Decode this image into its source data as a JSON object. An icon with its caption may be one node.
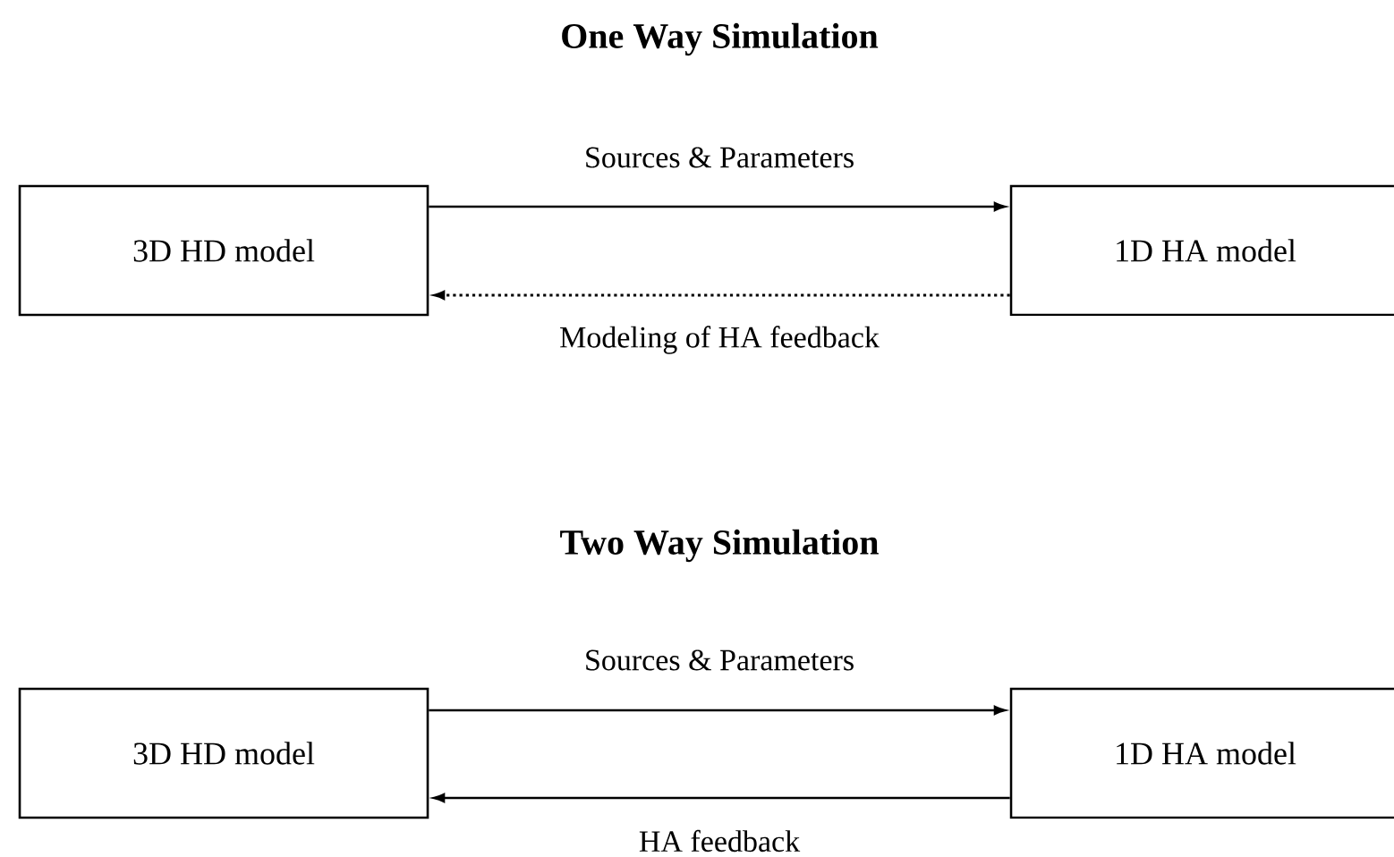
{
  "diagram": {
    "nodes": [
      {
        "text": [
          "3D HD model"
        ]
      },
      {
        "text": [
          "1D HA model"
        ]
      },
      {
        "text": [
          "3D HD model"
        ]
      },
      {
        "text": [
          "1D HA model"
        ]
      }
    ],
    "edges": [
      {
        "from": 0,
        "to": 1,
        "arrow": "to",
        "label": "Sources & Parameters"
      },
      {
        "from": 1,
        "to": 0,
        "arrow": "to",
        "label": "Modeling of HA feedback",
        "style": "dashed"
      },
      {
        "from": 2,
        "to": 3,
        "arrow": "to",
        "label": "Sources & Parameters"
      },
      {
        "from": 3,
        "to": 2,
        "arrow": "to",
        "label": "HA feedback"
      }
    ],
    "labels": [
      "One Way Simulation",
      "Two Way Simulation"
    ]
  }
}
